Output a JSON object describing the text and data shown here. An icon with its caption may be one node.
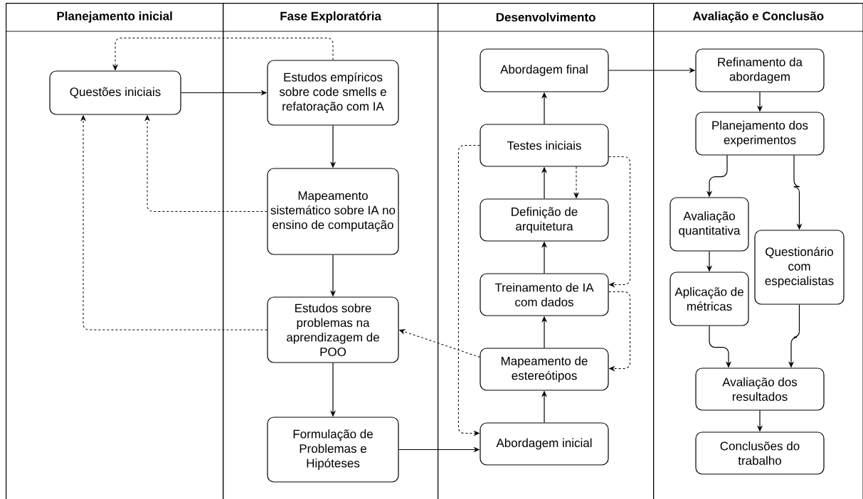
{
  "diagram": {
    "nodes": [
      {
        "text": [
          "Planejamento inicial"
        ]
      },
      {
        "text": [
          "Questões iniciais"
        ],
        "in": 0
      },
      {
        "text": [
          "Fase Exploratória"
        ]
      },
      {
        "text": [
          "Estudos empíricos sobre code smells e refatoração com IA"
        ],
        "in": 2
      },
      {
        "text": [
          "Mapeamento sistemático sobre IA no ensino de computação"
        ],
        "in": 2
      },
      {
        "text": [
          "Estudos sobre problemas na aprendizagem de POO"
        ],
        "in": 2
      },
      {
        "text": [
          "Formulação de Problemas e Hipóteses"
        ],
        "in": 2
      },
      {
        "text": [
          "Desenvolvimento"
        ]
      },
      {
        "text": [
          "Abordagem final"
        ],
        "in": 7
      },
      {
        "text": [
          "Testes iniciais"
        ],
        "in": 7
      },
      {
        "text": [
          "Definição de arquitetura"
        ],
        "in": 7
      },
      {
        "text": [
          "Treinamento de IA com dados"
        ],
        "in": 7
      },
      {
        "text": [
          "Mapeamento de estereótipos"
        ],
        "in": 7
      },
      {
        "text": [
          "Abordagem inicial"
        ],
        "in": 7
      },
      {
        "text": [
          "Avaliação e Conclusão"
        ]
      },
      {
        "text": [
          "Refinamento da abordagem"
        ],
        "in": 14
      },
      {
        "text": [
          "Planejamento dos experimentos"
        ],
        "in": 14
      },
      {
        "text": [
          "Avaliação quantitativa"
        ],
        "in": 14
      },
      {
        "text": [
          "Questionário com especialistas"
        ],
        "in": 14
      },
      {
        "text": [
          "Aplicação de métricas"
        ],
        "in": 14
      },
      {
        "text": [
          "Avaliação dos resultados"
        ],
        "in": 14
      },
      {
        "text": [
          "Conclusões do trabalho"
        ],
        "in": 14
      }
    ],
    "edges": [
      {
        "from": 1,
        "to": 3,
        "arrow": "to"
      },
      {
        "from": 3,
        "to": 1,
        "arrow": "to",
        "style": "dashed"
      },
      {
        "from": 3,
        "to": 4,
        "arrow": "to"
      },
      {
        "from": 4,
        "to": 1,
        "arrow": "to",
        "style": "dashed"
      },
      {
        "from": 4,
        "to": 5,
        "arrow": "to"
      },
      {
        "from": 5,
        "to": 1,
        "arrow": "to",
        "style": "dashed"
      },
      {
        "from": 5,
        "to": 6,
        "arrow": "to"
      },
      {
        "from": 6,
        "to": 13,
        "arrow": "to"
      },
      {
        "from": 13,
        "to": 12,
        "arrow": "to"
      },
      {
        "from": 12,
        "to": 11,
        "arrow": "to"
      },
      {
        "from": 11,
        "to": 10,
        "arrow": "to"
      },
      {
        "from": 10,
        "to": 9,
        "arrow": "to"
      },
      {
        "from": 9,
        "to": 8,
        "arrow": "to"
      },
      {
        "from": 9,
        "to": 10,
        "arrow": "to",
        "style": "dashed"
      },
      {
        "from": 9,
        "to": 11,
        "arrow": "to",
        "style": "dashed"
      },
      {
        "from": 11,
        "to": 12,
        "arrow": "to",
        "style": "dashed"
      },
      {
        "from": 9,
        "to": 13,
        "arrow": "to",
        "style": "dashed"
      },
      {
        "from": 12,
        "to": 5,
        "arrow": "to",
        "style": "dashed"
      },
      {
        "from": 8,
        "to": 15,
        "arrow": "to"
      },
      {
        "from": 15,
        "to": 16,
        "arrow": "to"
      },
      {
        "from": 16,
        "to": 17,
        "arrow": "to"
      },
      {
        "from": 16,
        "to": 18,
        "arrow": "to"
      },
      {
        "from": 17,
        "to": 19,
        "arrow": "to"
      },
      {
        "from": 19,
        "to": 20,
        "arrow": "to"
      },
      {
        "from": 18,
        "to": 20,
        "arrow": "to"
      },
      {
        "from": 20,
        "to": 21,
        "arrow": "to"
      }
    ]
  }
}
